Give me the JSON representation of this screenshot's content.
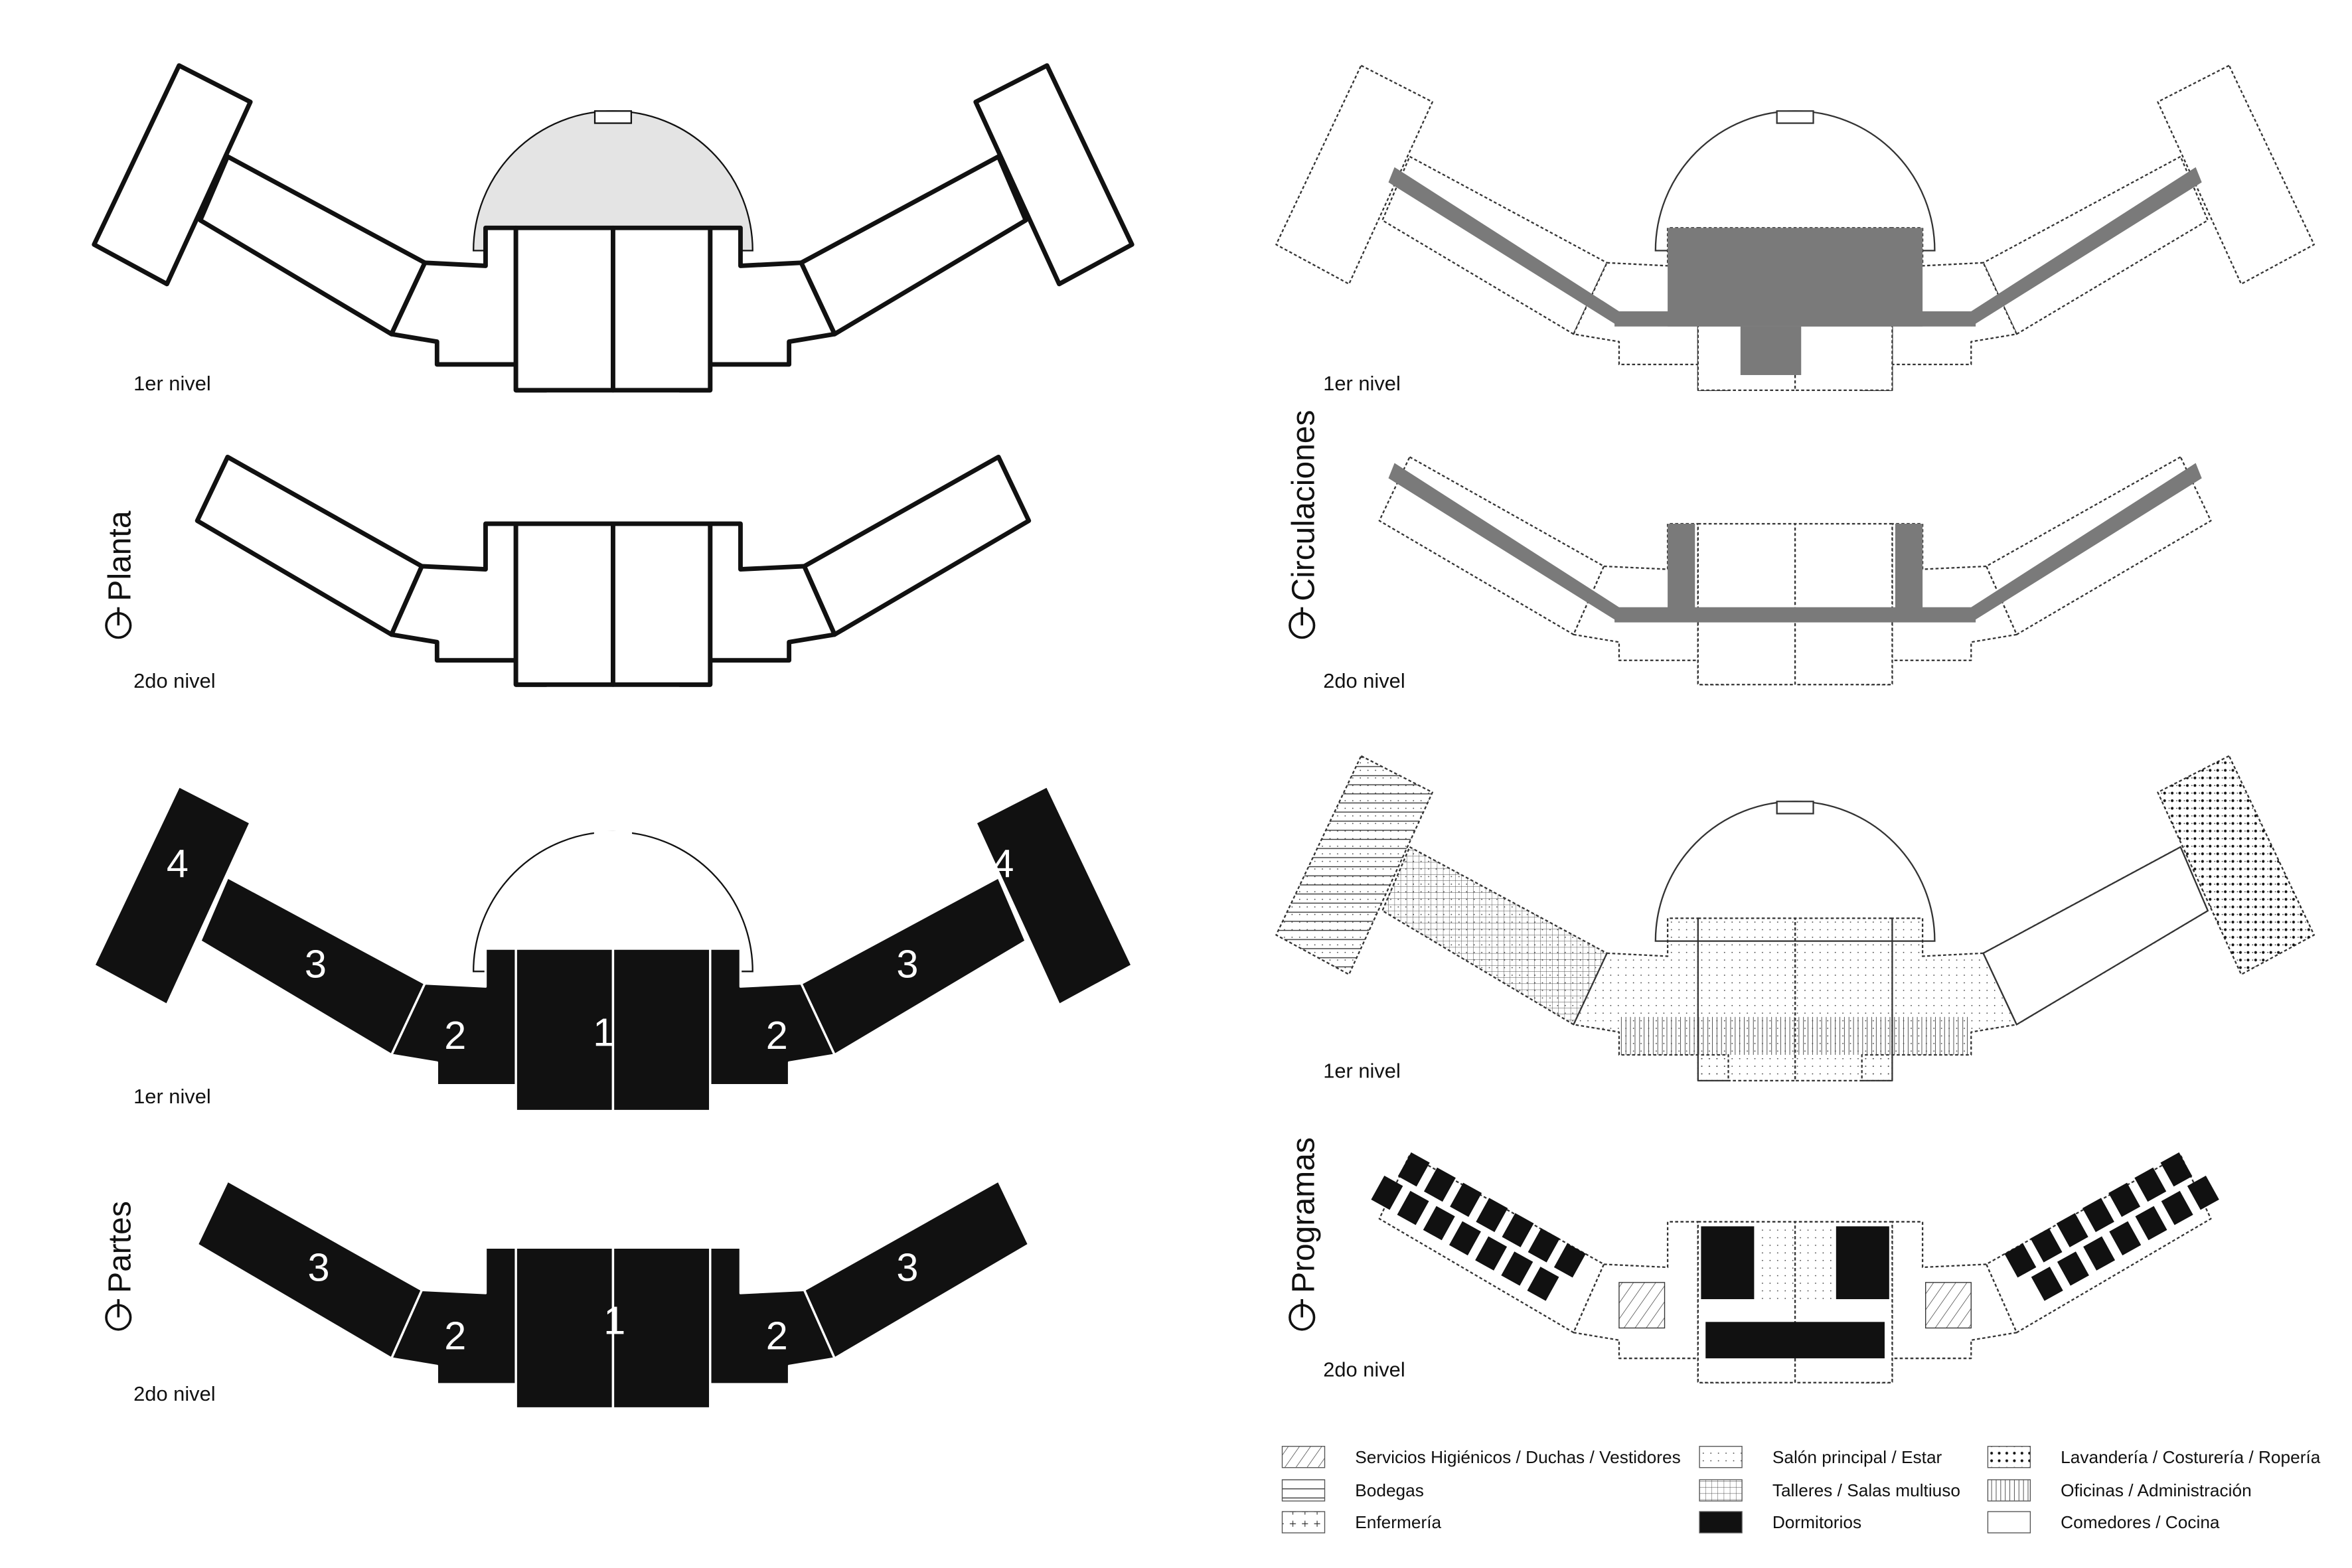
{
  "panels": {
    "planta": {
      "title": "Planta",
      "level1": "1er nivel",
      "level2": "2do nivel"
    },
    "partes": {
      "title": "Partes",
      "level1": "1er nivel",
      "level2": "2do nivel",
      "level1_parts": [
        "4",
        "3",
        "2",
        "1",
        "2",
        "3",
        "4"
      ],
      "level2_parts": [
        "3",
        "2",
        "1",
        "2",
        "3"
      ]
    },
    "circulaciones": {
      "title": "Circulaciones",
      "level1": "1er nivel",
      "level2": "2do nivel"
    },
    "programas": {
      "title": "Programas",
      "level1": "1er nivel",
      "level2": "2do nivel"
    }
  },
  "legend": [
    {
      "label": "Servicios Higiénicos / Duchas / Vestidores",
      "pattern": "diag"
    },
    {
      "label": "Bodegas",
      "pattern": "hlines"
    },
    {
      "label": "Enfermería",
      "pattern": "cross"
    },
    {
      "label": "Salón principal / Estar",
      "pattern": "dots"
    },
    {
      "label": "Talleres / Salas multiuso",
      "pattern": "grid"
    },
    {
      "label": "Dormitorios",
      "pattern": "solid"
    },
    {
      "label": "Lavandería / Costurería / Ropería",
      "pattern": "bigdots"
    },
    {
      "label": "Oficinas / Administración",
      "pattern": "vlines"
    },
    {
      "label": "Comedores / Cocina",
      "pattern": "empty"
    }
  ],
  "colors": {
    "ink": "#111111",
    "circulation": "#7a7a7a",
    "dome": "#e4e4e4"
  }
}
